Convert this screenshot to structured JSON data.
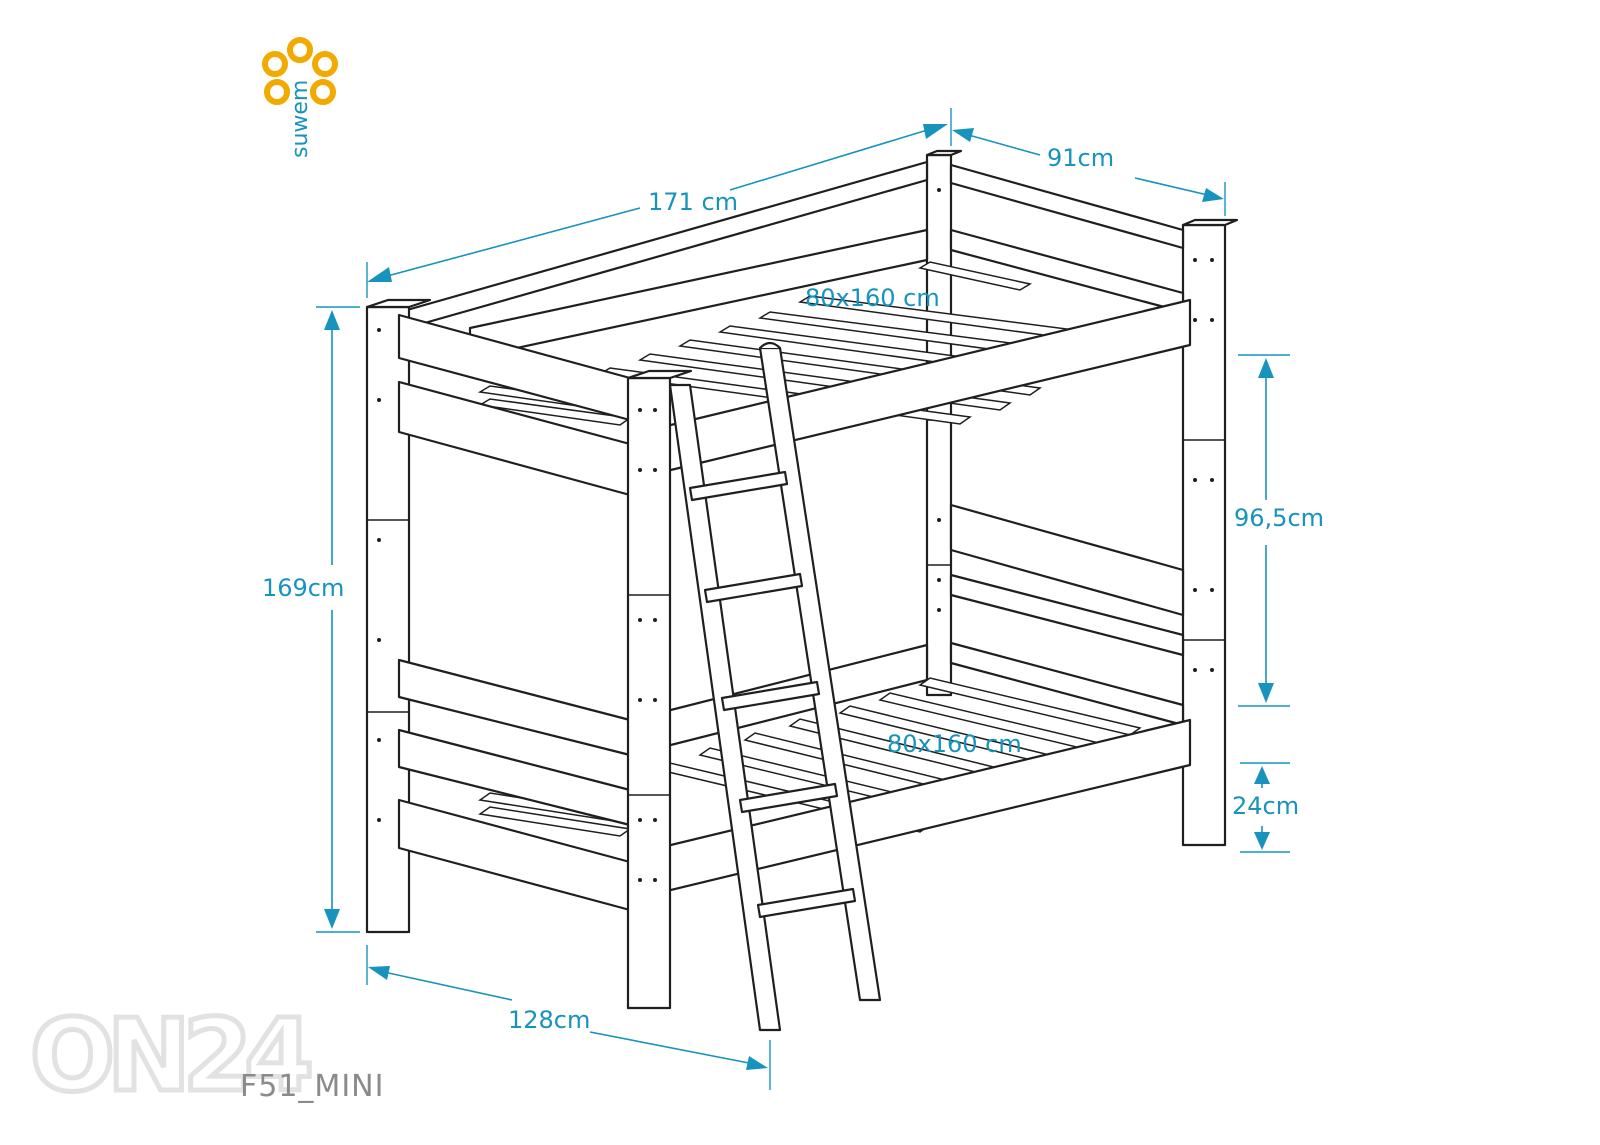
{
  "brand": {
    "name": "suwem",
    "petal_color": "#f2a900",
    "text_color": "#1793bd"
  },
  "dimensions": {
    "length": "171 cm",
    "width": "91cm",
    "height": "169cm",
    "upper_mattress": "80x160 cm",
    "lower_mattress": "80x160 cm",
    "upper_clearance": "96,5cm",
    "floor_clearance": "24cm",
    "footprint": "128cm"
  },
  "model_code": "F51_MINI",
  "watermark": "ON24",
  "colors": {
    "dimension": "#1793bd",
    "line": "#1f1f1f",
    "watermark": "#e2e2e2"
  }
}
